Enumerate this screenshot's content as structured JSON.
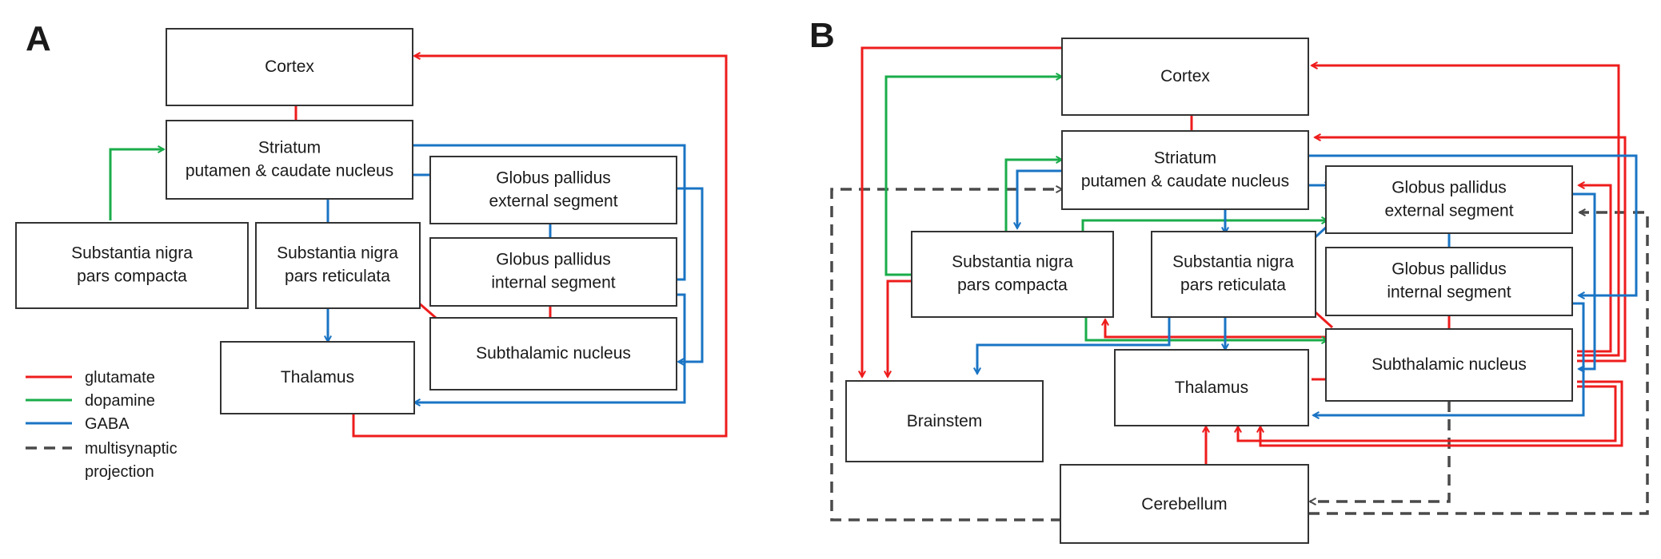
{
  "panels": {
    "a": {
      "label": "A"
    },
    "b": {
      "label": "B"
    }
  },
  "colors": {
    "glutamate": "#ee1c1c",
    "dopamine": "#1aac4a",
    "gaba": "#1a74c4",
    "multisynaptic": "#4a4a4a"
  },
  "nodes_a": {
    "cortex": [
      "Cortex"
    ],
    "striatum": [
      "Striatum",
      "putamen & caudate nucleus"
    ],
    "gpe": [
      "Globus pallidus",
      "external segment"
    ],
    "gpi": [
      "Globus pallidus",
      "internal segment"
    ],
    "snc": [
      "Substantia nigra",
      "pars compacta"
    ],
    "snr": [
      "Substantia nigra",
      "pars reticulata"
    ],
    "stn": [
      "Subthalamic nucleus"
    ],
    "thalamus": [
      "Thalamus"
    ]
  },
  "nodes_b": {
    "cortex": [
      "Cortex"
    ],
    "striatum": [
      "Striatum",
      "putamen & caudate nucleus"
    ],
    "gpe": [
      "Globus pallidus",
      "external segment"
    ],
    "gpi": [
      "Globus pallidus",
      "internal segment"
    ],
    "snc": [
      "Substantia nigra",
      "pars compacta"
    ],
    "snr": [
      "Substantia nigra",
      "pars reticulata"
    ],
    "stn": [
      "Subthalamic nucleus"
    ],
    "thalamus": [
      "Thalamus"
    ],
    "brainstem": [
      "Brainstem"
    ],
    "cerebellum": [
      "Cerebellum"
    ]
  },
  "legend": {
    "glutamate": "glutamate",
    "dopamine": "dopamine",
    "gaba": "GABA",
    "multisynaptic_line1": "multisynaptic",
    "multisynaptic_line2": "projection"
  }
}
